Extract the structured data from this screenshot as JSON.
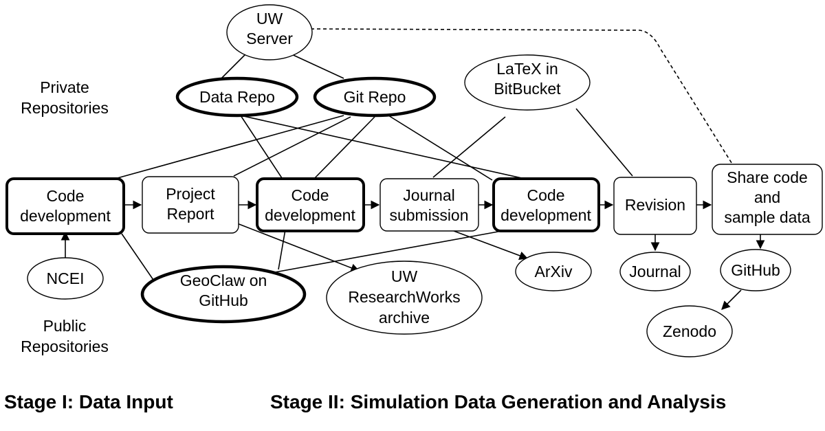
{
  "nodes": {
    "uw_server": [
      "UW",
      "Server"
    ],
    "data_repo": [
      "Data Repo"
    ],
    "git_repo": [
      "Git Repo"
    ],
    "latex_bitbucket": [
      "LaTeX in",
      "BitBucket"
    ],
    "code_dev_1": [
      "Code",
      "development"
    ],
    "project_report": [
      "Project",
      "Report"
    ],
    "code_dev_2": [
      "Code",
      "development"
    ],
    "journal_submission": [
      "Journal",
      "submission"
    ],
    "code_dev_3": [
      "Code",
      "development"
    ],
    "revision": [
      "Revision"
    ],
    "share_code": [
      "Share code",
      "and",
      "sample data"
    ],
    "ncei": [
      "NCEI"
    ],
    "geoclaw": [
      "GeoClaw on",
      "GitHub"
    ],
    "uw_researchworks": [
      "UW",
      "ResearchWorks",
      "archive"
    ],
    "arxiv": [
      "ArXiv"
    ],
    "journal": [
      "Journal"
    ],
    "github": [
      "GitHub"
    ],
    "zenodo": [
      "Zenodo"
    ]
  },
  "labels": {
    "private_repositories": [
      "Private",
      "Repositories"
    ],
    "public_repositories": [
      "Public",
      "Repositories"
    ]
  },
  "stages": {
    "stage1": "Stage I: Data Input",
    "stage2": "Stage II: Simulation Data Generation and Analysis"
  }
}
